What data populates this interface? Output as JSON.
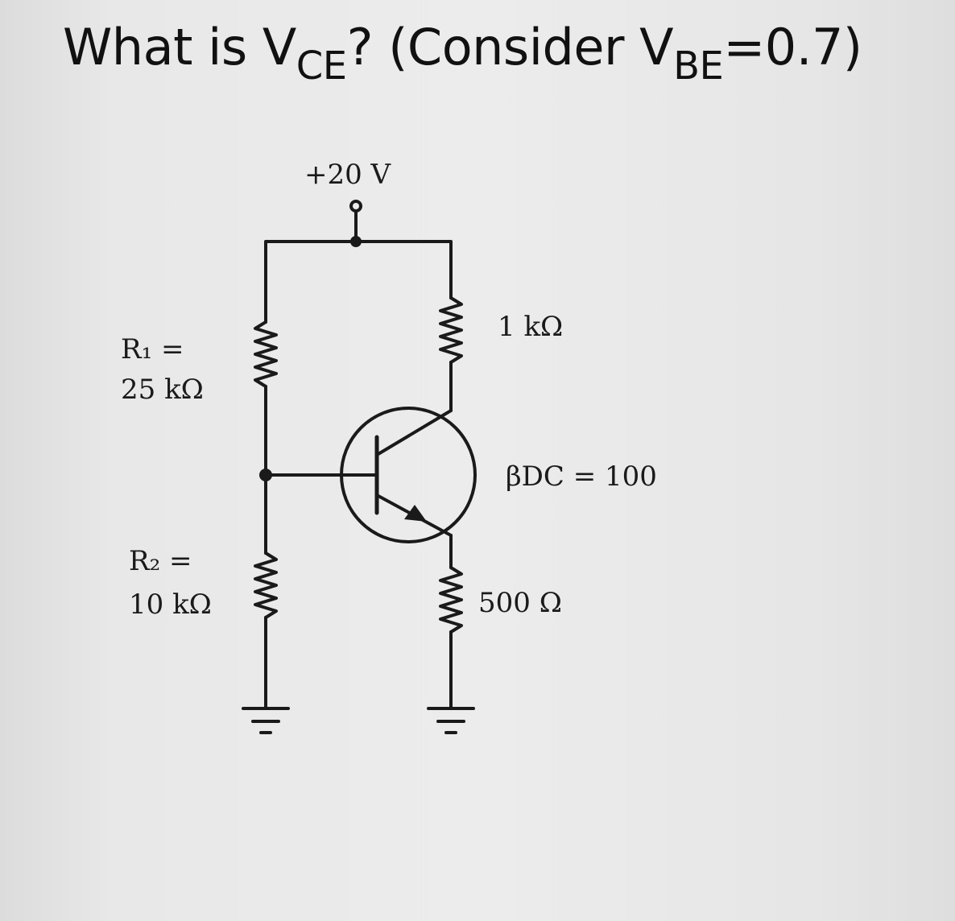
{
  "question": {
    "prefix": "What is V",
    "prefix_sub": "CE",
    "middle": "? (Consider V",
    "middle_sub": "BE",
    "suffix": "=0.7)"
  },
  "circuit": {
    "supply_label": "+20 V",
    "r1": {
      "name": "R₁ =",
      "value": "25 kΩ"
    },
    "r2": {
      "name": "R₂ =",
      "value": "10 kΩ"
    },
    "rc": {
      "value": "1 kΩ"
    },
    "re": {
      "value": "500 Ω"
    },
    "beta_label": "βDC = 100"
  },
  "colors": {
    "background": "#e8e8e8",
    "ink": "#1a1a1a"
  }
}
